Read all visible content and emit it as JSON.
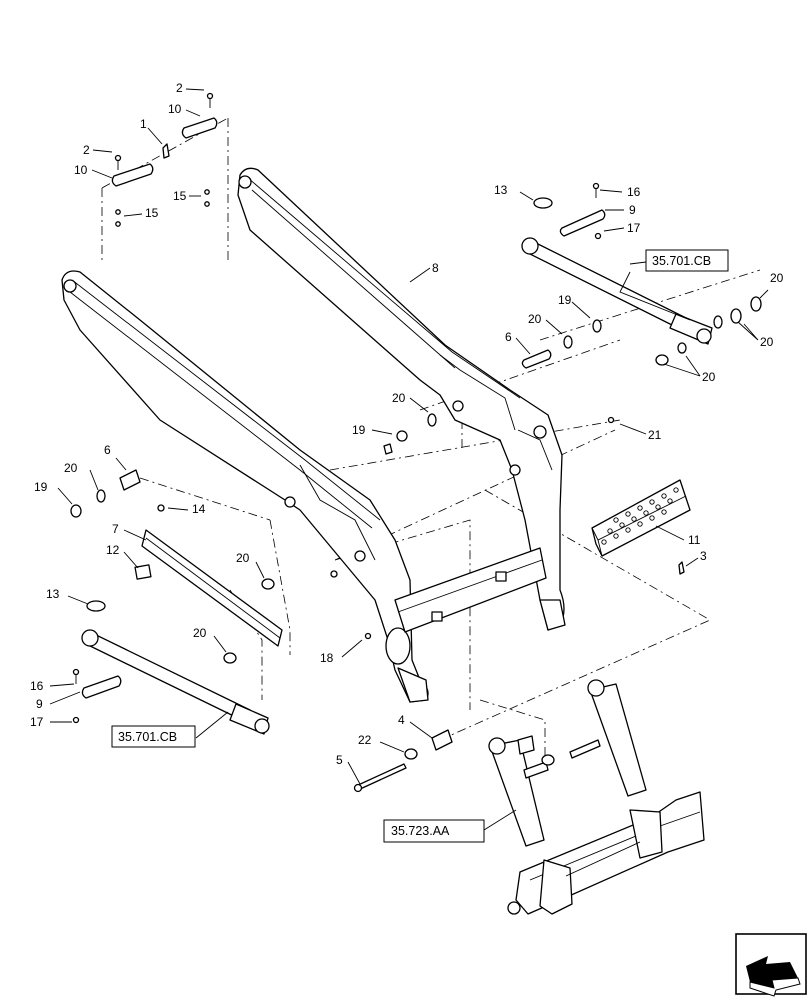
{
  "diagram": {
    "callouts": [
      {
        "id": "c2a",
        "text": "2"
      },
      {
        "id": "c10a",
        "text": "10"
      },
      {
        "id": "c1",
        "text": "1"
      },
      {
        "id": "c2b",
        "text": "2"
      },
      {
        "id": "c10b",
        "text": "10"
      },
      {
        "id": "c15a",
        "text": "15"
      },
      {
        "id": "c15b",
        "text": "15"
      },
      {
        "id": "c13a",
        "text": "13"
      },
      {
        "id": "c16a",
        "text": "16"
      },
      {
        "id": "c9a",
        "text": "9"
      },
      {
        "id": "c17a",
        "text": "17"
      },
      {
        "id": "c8",
        "text": "8"
      },
      {
        "id": "c20a",
        "text": "20"
      },
      {
        "id": "c20b",
        "text": "20"
      },
      {
        "id": "c20c",
        "text": "20"
      },
      {
        "id": "c19a",
        "text": "19"
      },
      {
        "id": "c20d",
        "text": "20"
      },
      {
        "id": "c6a",
        "text": "6"
      },
      {
        "id": "c20e",
        "text": "20"
      },
      {
        "id": "c19b",
        "text": "19"
      },
      {
        "id": "c21",
        "text": "21"
      },
      {
        "id": "c6b",
        "text": "6"
      },
      {
        "id": "c20f",
        "text": "20"
      },
      {
        "id": "c19c",
        "text": "19"
      },
      {
        "id": "c14",
        "text": "14"
      },
      {
        "id": "c7",
        "text": "7"
      },
      {
        "id": "c12",
        "text": "12"
      },
      {
        "id": "c11",
        "text": "11"
      },
      {
        "id": "c3",
        "text": "3"
      },
      {
        "id": "c20g",
        "text": "20"
      },
      {
        "id": "c13b",
        "text": "13"
      },
      {
        "id": "c20h",
        "text": "20"
      },
      {
        "id": "c18",
        "text": "18"
      },
      {
        "id": "c16b",
        "text": "16"
      },
      {
        "id": "c9b",
        "text": "9"
      },
      {
        "id": "c17b",
        "text": "17"
      },
      {
        "id": "c4",
        "text": "4"
      },
      {
        "id": "c22",
        "text": "22"
      },
      {
        "id": "c5",
        "text": "5"
      }
    ],
    "references": [
      {
        "id": "ref_right_cylinder",
        "text": "35.701.CB"
      },
      {
        "id": "ref_left_cylinder",
        "text": "35.701.CB"
      },
      {
        "id": "ref_attachment",
        "text": "35.723.AA"
      }
    ],
    "nav_icon": "next-page-arrow-icon"
  }
}
